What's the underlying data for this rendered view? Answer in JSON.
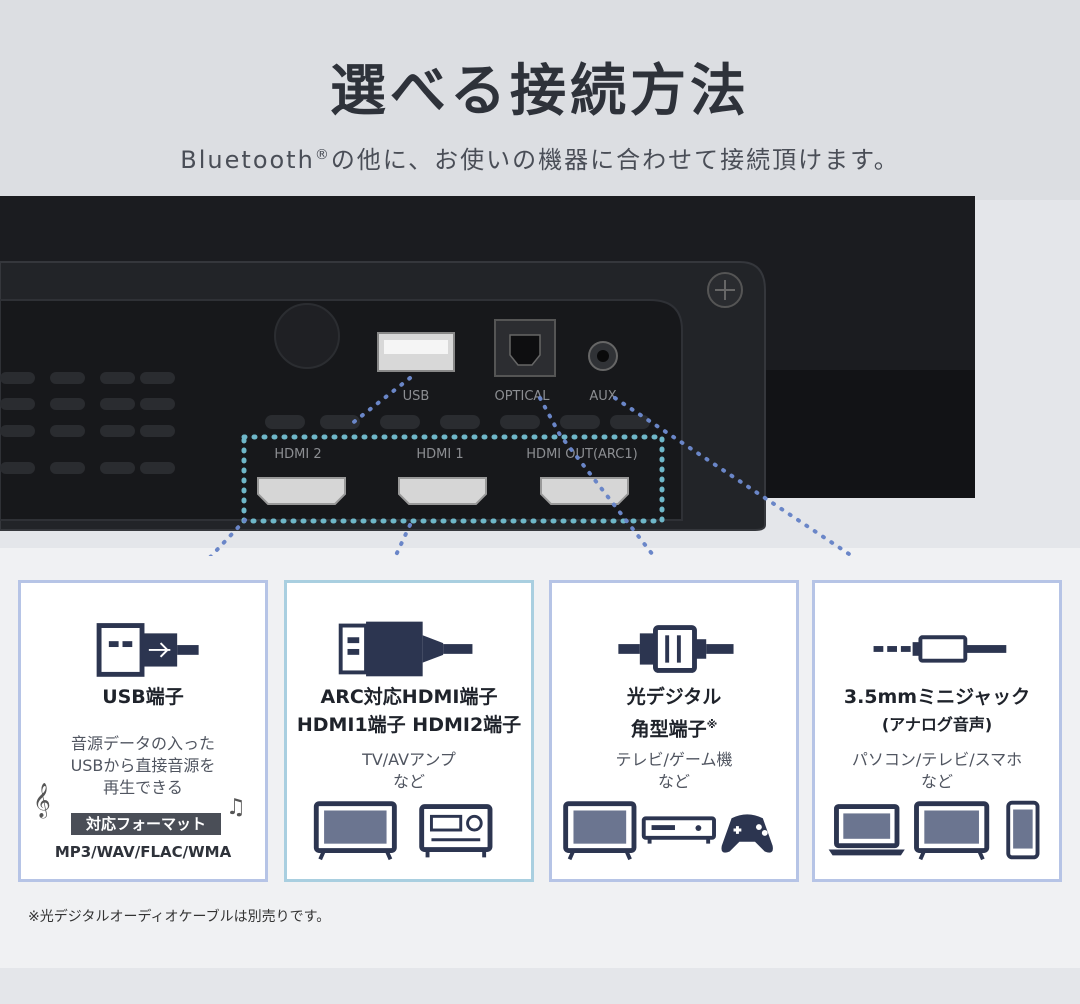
{
  "header": {
    "title": "選べる接続方法",
    "subtitle_pre": "Bluetooth",
    "subtitle_reg": "®",
    "subtitle_post": "の他に、お使いの機器に合わせて接続頂けます。"
  },
  "device": {
    "port_labels": [
      "USB",
      "OPTICAL",
      "AUX",
      "HDMI 2",
      "HDMI 1",
      "HDMI OUT(ARC1)"
    ]
  },
  "cards": [
    {
      "icon": "usb-plug-icon",
      "name_lines": [
        "USB端子"
      ],
      "desc_lines": [
        "音源データの入った",
        "USBから直接音源を",
        "再生できる"
      ],
      "format_badge": "対応フォーマット",
      "format_list": "MP3/WAV/FLAC/WMA"
    },
    {
      "icon": "hdmi-plug-icon",
      "name_lines": [
        "ARC対応HDMI端子",
        "HDMI1端子 HDMI2端子"
      ],
      "desc_lines": [
        "TV/AVアンプ",
        "など"
      ],
      "devices": [
        "tv-icon",
        "av-amplifier-icon"
      ]
    },
    {
      "icon": "optical-plug-icon",
      "name_lines": [
        "光デジタル",
        "角型端子"
      ],
      "name_mark": "※",
      "desc_lines": [
        "テレビ/ゲーム機",
        "など"
      ],
      "devices": [
        "tv-icon",
        "game-console-icon",
        "gamepad-icon"
      ]
    },
    {
      "icon": "mini-jack-icon",
      "name_lines": [
        "3.5mmミニジャック",
        "(アナログ音声)"
      ],
      "desc_lines": [
        "パソコン/テレビ/スマホ",
        "など"
      ],
      "devices": [
        "laptop-icon",
        "tv-icon",
        "smartphone-icon"
      ]
    }
  ],
  "note": "※光デジタルオーディオケーブルは別売りです。",
  "colors": {
    "device": "#1b1c20",
    "card_border": "#b6c4e6",
    "card_border_hdmi": "#a9cfe0",
    "icon": "#2c3550",
    "dotted_line": "#6a86c8",
    "hdmi_dots": "#6fb7c9"
  }
}
